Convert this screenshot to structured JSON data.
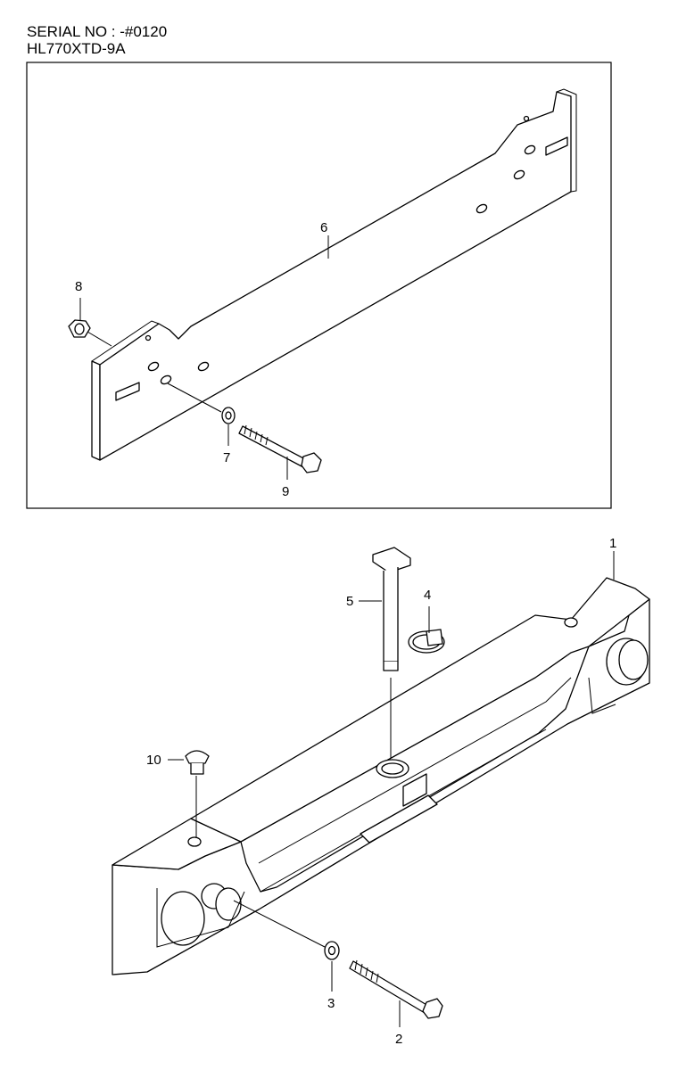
{
  "header": {
    "serial": "SERIAL NO : -#0120",
    "model": "HL770XTD-9A"
  },
  "callouts": {
    "c1": "1",
    "c2": "2",
    "c3": "3",
    "c4": "4",
    "c5": "5",
    "c6": "6",
    "c7": "7",
    "c8": "8",
    "c9": "9",
    "c10": "10"
  }
}
